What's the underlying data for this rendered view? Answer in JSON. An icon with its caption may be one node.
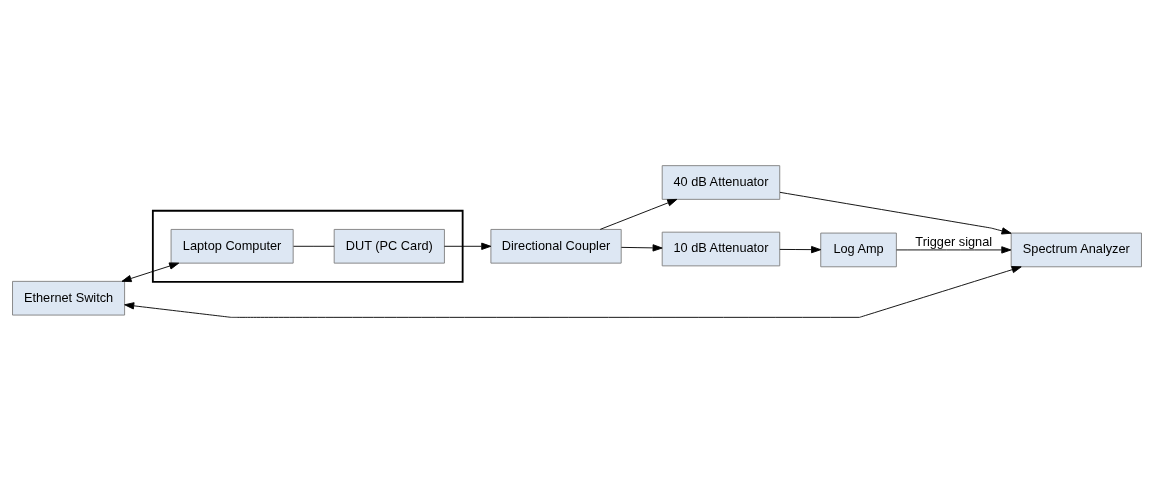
{
  "diagram": {
    "nodes": [
      {
        "text": [
          "Ethernet Switch"
        ]
      },
      {
        "text": [],
        "shape": "box"
      },
      {
        "text": [
          "Laptop Computer"
        ],
        "in": 1
      },
      {
        "text": [
          "DUT (PC Card)"
        ],
        "in": 1
      },
      {
        "text": [
          "Directional Coupler"
        ]
      },
      {
        "text": [
          "40 dB Attenuator"
        ]
      },
      {
        "text": [
          "Spectrum Analyzer"
        ]
      },
      {
        "text": [
          "10 dB Attenuator"
        ]
      },
      {
        "text": [
          "Log Amp"
        ]
      }
    ],
    "edges": [
      {
        "from": 0,
        "to": 6,
        "arrow": "both"
      },
      {
        "from": 0,
        "to": 2,
        "arrow": "both"
      },
      {
        "from": 2,
        "to": 3,
        "arrow": "none"
      },
      {
        "from": 3,
        "to": 4,
        "arrow": "to"
      },
      {
        "from": 4,
        "to": 5,
        "arrow": "to"
      },
      {
        "from": 5,
        "to": 6,
        "arrow": "to"
      },
      {
        "from": 4,
        "to": 7,
        "arrow": "to"
      },
      {
        "from": 7,
        "to": 8,
        "arrow": "to"
      },
      {
        "from": 8,
        "to": 6,
        "arrow": "to",
        "label": "Trigger signal"
      }
    ]
  }
}
